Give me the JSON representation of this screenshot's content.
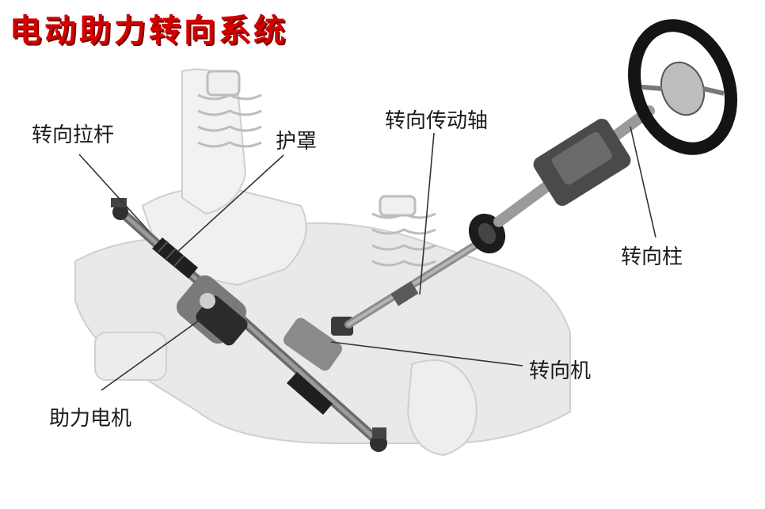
{
  "title": "电动助力转向系统",
  "labels": {
    "tie_rod": "转向拉杆",
    "boot": "护罩",
    "intermediate_shaft": "转向传动轴",
    "steering_column": "转向柱",
    "steering_gear": "转向机",
    "assist_motor": "助力电机"
  },
  "colors": {
    "title": "#d40000",
    "leader_line": "#333333",
    "chassis": "#e6e6e6",
    "component_dark": "#333333"
  }
}
